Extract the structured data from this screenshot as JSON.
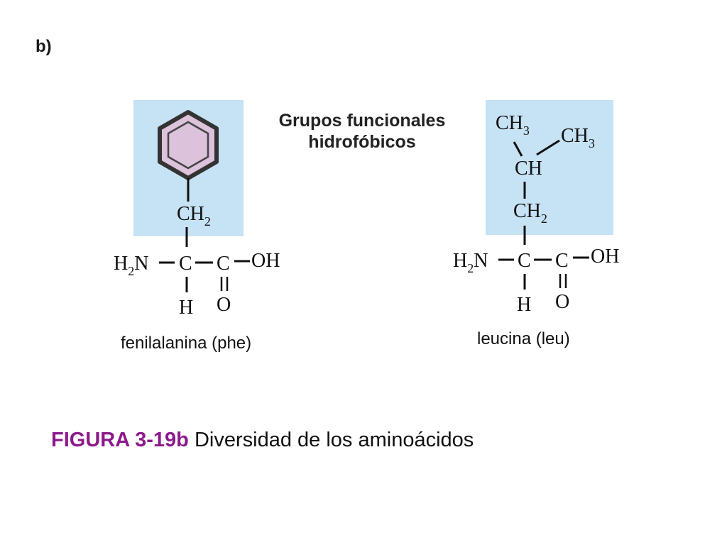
{
  "panel_label": "b)",
  "functional_group_caption": [
    "Grupos funcionales",
    "hidrofóbicos"
  ],
  "colors": {
    "highlight_box": "#c6e2f5",
    "benzene_fill": "#dcc2da",
    "caption_label": "#8b1a8b",
    "text": "#111111"
  },
  "phenylalanine": {
    "name": "fenilalanina (phe)",
    "side_chain_ring": "benzene-ring",
    "side_chain_ch2": "CH",
    "side_chain_ch2_sub": "2",
    "amine_h": "H",
    "amine_sub": "2",
    "amine_n": "N",
    "alpha_c": "C",
    "carboxyl_c": "C",
    "hydroxyl": "OH",
    "alpha_h": "H",
    "carbonyl_o": "O"
  },
  "leucine": {
    "name": "leucina (leu)",
    "methyl_1": "CH",
    "methyl_1_sub": "3",
    "methyl_2": "CH",
    "methyl_2_sub": "3",
    "branch_ch": "CH",
    "side_chain_ch2": "CH",
    "side_chain_ch2_sub": "2",
    "amine_h": "H",
    "amine_sub": "2",
    "amine_n": "N",
    "alpha_c": "C",
    "carboxyl_c": "C",
    "hydroxyl": "OH",
    "alpha_h": "H",
    "carbonyl_o": "O"
  },
  "figure_caption": {
    "label": "FIGURA 3-19b",
    "text": " Diversidad de los aminoácidos"
  }
}
